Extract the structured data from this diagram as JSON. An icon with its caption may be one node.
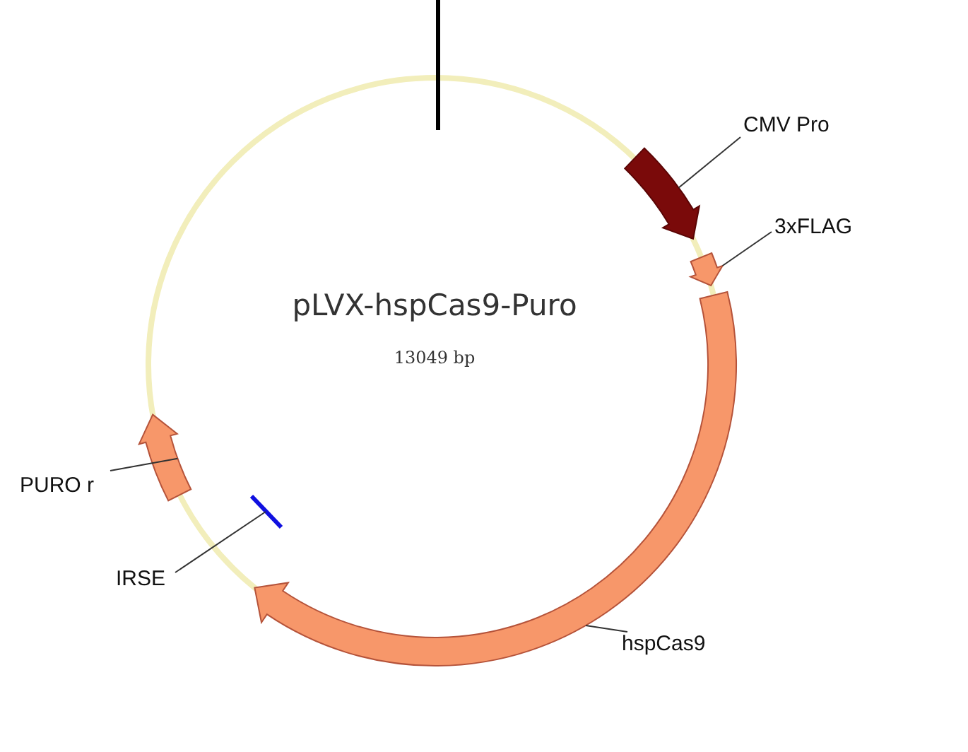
{
  "diagram": {
    "nodes": [
      {
        "text": [
          "CMV Pro"
        ]
      },
      {
        "text": [],
        "shape": "arc"
      },
      {
        "text": [
          "3xFLAG"
        ]
      },
      {
        "text": [],
        "shape": "arc"
      },
      {
        "text": [
          "hspCas9"
        ]
      },
      {
        "text": [],
        "shape": "arc"
      },
      {
        "text": [
          "PURO r"
        ]
      },
      {
        "text": [],
        "shape": "arc"
      },
      {
        "text": [
          "IRSE"
        ]
      },
      {
        "text": [],
        "shape": "bar"
      }
    ],
    "edges": [
      {
        "from": 0,
        "to": 1,
        "arrow": "none"
      },
      {
        "from": 2,
        "to": 3,
        "arrow": "none"
      },
      {
        "from": 4,
        "to": 5,
        "arrow": "none"
      },
      {
        "from": 6,
        "to": 7,
        "arrow": "none"
      },
      {
        "from": 8,
        "to": 9,
        "arrow": "none"
      }
    ],
    "labels": [
      "pLVX-hspCas9-Puro",
      "13049 bp"
    ]
  }
}
